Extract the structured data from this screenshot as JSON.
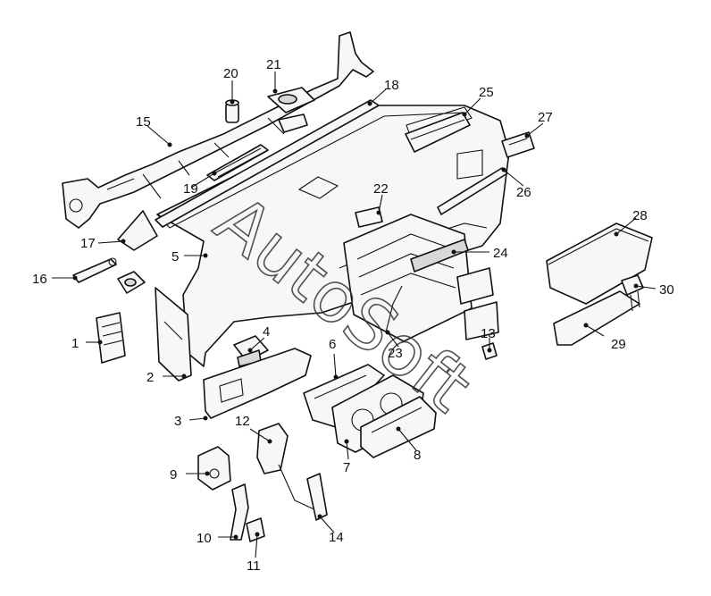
{
  "watermark": "AutoSoft",
  "callouts": [
    "1",
    "2",
    "3",
    "4",
    "5",
    "6",
    "7",
    "8",
    "9",
    "10",
    "11",
    "12",
    "13",
    "14",
    "15",
    "16",
    "17",
    "18",
    "19",
    "20",
    "21",
    "22",
    "23",
    "24",
    "25",
    "26",
    "27",
    "28",
    "29",
    "30"
  ]
}
